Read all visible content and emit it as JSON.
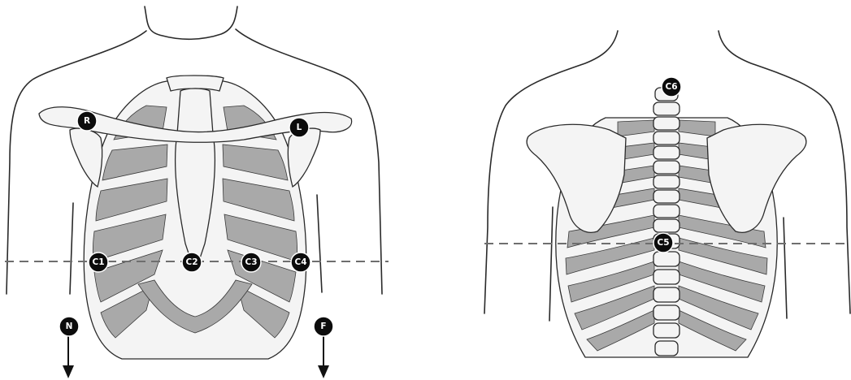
{
  "front_view": {
    "markers": {
      "R": "R",
      "L": "L",
      "C1": "C1",
      "C2": "C2",
      "C3": "C3",
      "C4": "C4",
      "N": "N",
      "F": "F"
    }
  },
  "back_view": {
    "markers": {
      "C5": "C5",
      "C6": "C6"
    }
  },
  "colors": {
    "marker_fill": "#0c0c0c",
    "marker_text": "#ffffff",
    "dashed_line": "#6e6e6e",
    "bone_shading": "#a9a9a9"
  }
}
